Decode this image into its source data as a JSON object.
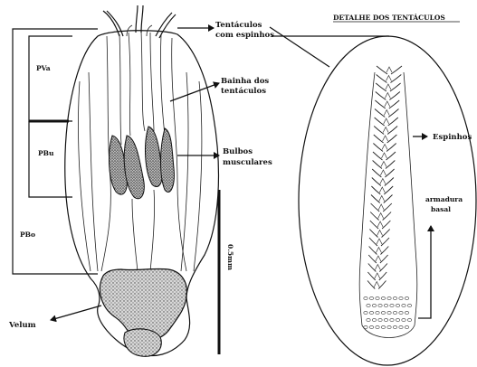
{
  "labels": {
    "detail_title": "DETALHE DOS TENTÁCULOS",
    "tentacles_line1": "Tentáculos",
    "tentacles_line2": "com espinhos",
    "sheath_line1": "Bainha dos",
    "sheath_line2": "tentáculos",
    "bulbs_line1": "Bulbos",
    "bulbs_line2": "musculares",
    "spines": "Espinhos",
    "armature_line1": "armadura",
    "armature_line2": "basal",
    "velum": "Velum",
    "pva": "PVa",
    "pbu": "PBu",
    "pbo": "PBo",
    "scale": "0.5mm"
  },
  "colors": {
    "ink": "#111111",
    "background": "#ffffff",
    "stipple": "#555555"
  }
}
